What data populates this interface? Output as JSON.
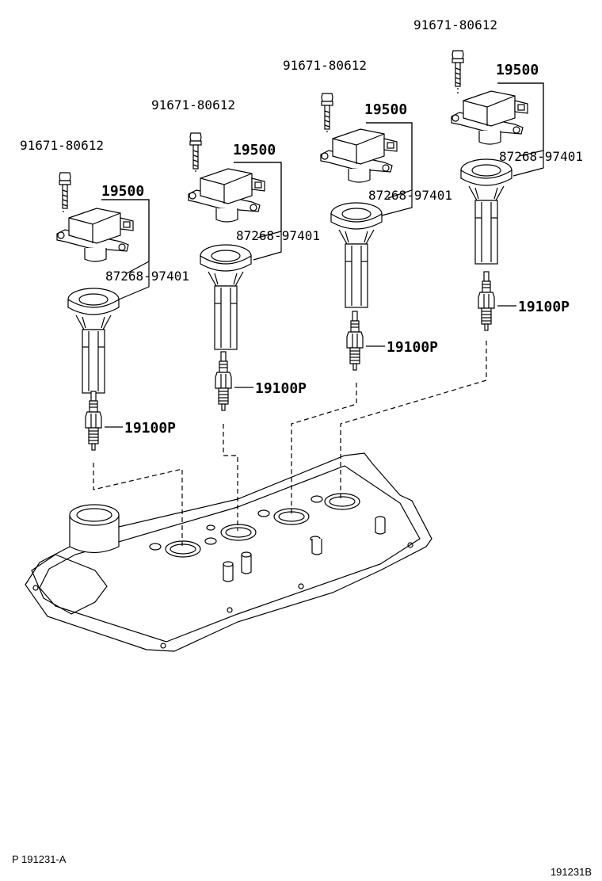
{
  "diagram": {
    "groups": [
      {
        "bolt_label": "91671-80612",
        "coil_label": "19500",
        "boot_label": "87268-97401",
        "plug_label": "19100P"
      },
      {
        "bolt_label": "91671-80612",
        "coil_label": "19500",
        "boot_label": "87268-97401",
        "plug_label": "19100P"
      },
      {
        "bolt_label": "91671-80612",
        "coil_label": "19500",
        "boot_label": "87268-97401",
        "plug_label": "19100P"
      },
      {
        "bolt_label": "91671-80612",
        "coil_label": "19500",
        "boot_label": "87268-97401",
        "plug_label": "19100P"
      }
    ],
    "footer_left": "P 191231-A",
    "footer_right": "191231B"
  }
}
